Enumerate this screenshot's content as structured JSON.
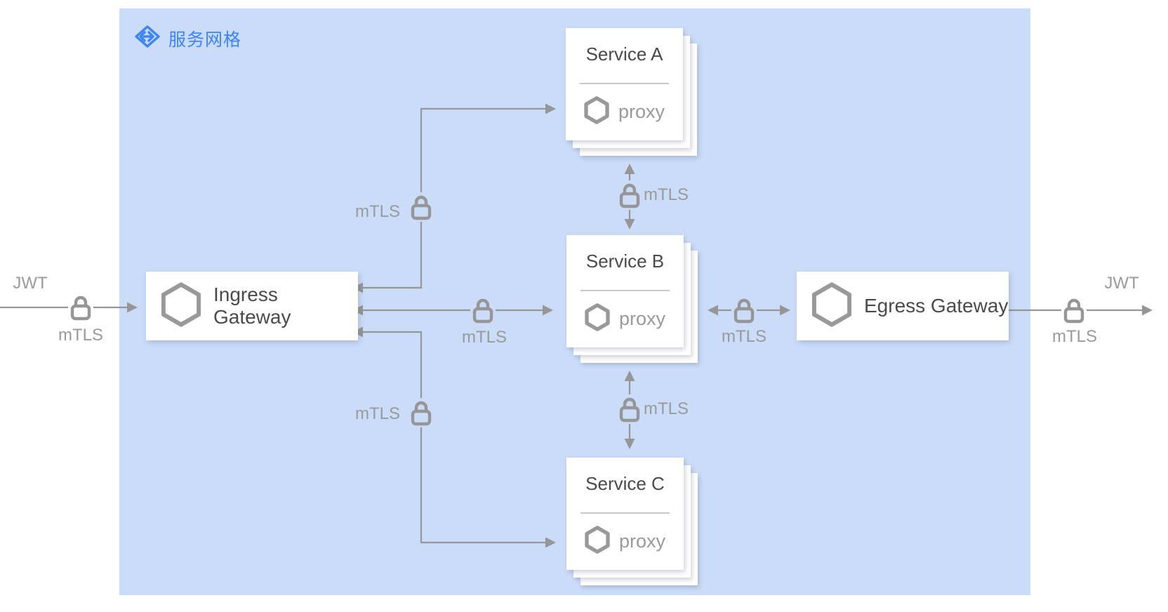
{
  "diagram": {
    "mesh_label": "服务网格",
    "nodes": {
      "ingress_gateway": {
        "label": "Ingress Gateway"
      },
      "egress_gateway": {
        "label": "Egress Gateway"
      },
      "service_a": {
        "title": "Service A",
        "sidecar_label": "proxy"
      },
      "service_b": {
        "title": "Service B",
        "sidecar_label": "proxy"
      },
      "service_c": {
        "title": "Service C",
        "sidecar_label": "proxy"
      }
    },
    "edge_labels": {
      "jwt_in": "JWT",
      "jwt_out": "JWT",
      "mtls_in": "mTLS",
      "mtls_out": "mTLS",
      "mtls_ingress_service_a": "mTLS",
      "mtls_ingress_service_b": "mTLS",
      "mtls_ingress_service_c": "mTLS",
      "mtls_service_a_b": "mTLS",
      "mtls_service_b_c": "mTLS",
      "mtls_service_b_egress": "mTLS"
    },
    "colors": {
      "mesh_bg": "#CADCF8",
      "accent_blue": "#3D84F5",
      "line_gray": "#969696",
      "label_gray": "#9A9A9A",
      "title_dark": "#4A4A4A",
      "card_bg": "#FFFFFF"
    }
  }
}
